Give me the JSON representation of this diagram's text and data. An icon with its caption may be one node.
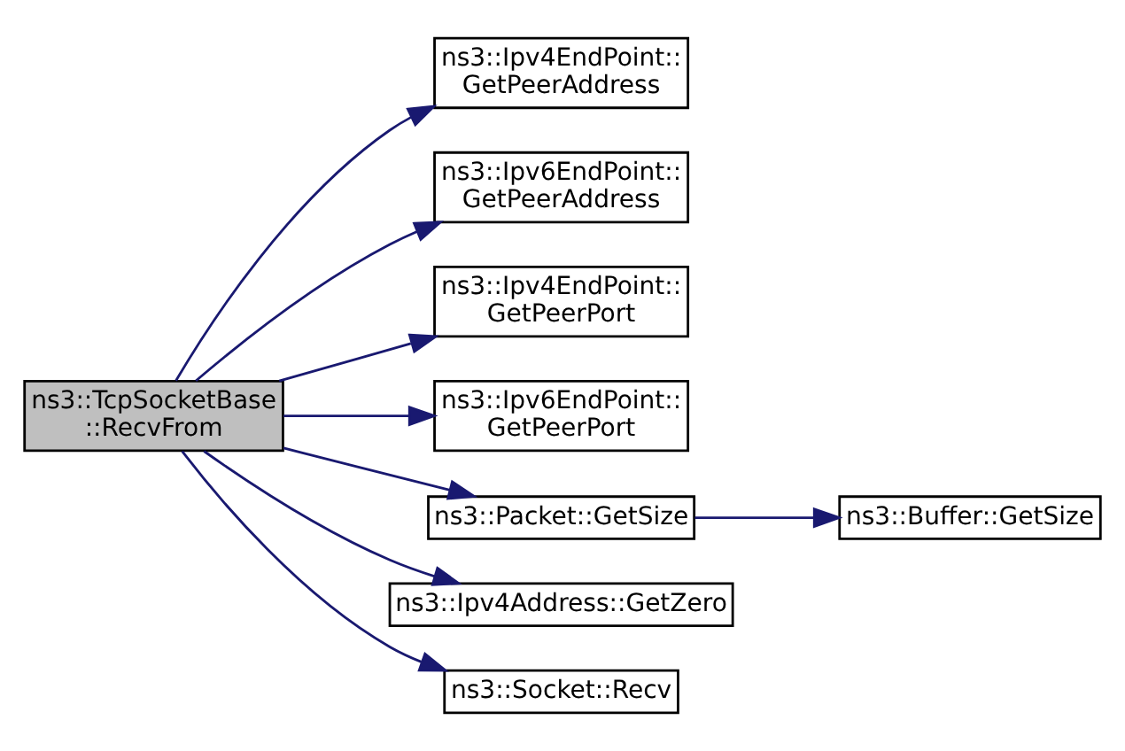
{
  "diagram": {
    "nodes": [
      {
        "text": [
          "ns3::TcpSocketBase ::RecvFrom"
        ]
      },
      {
        "text": [
          "ns3::Ipv4EndPoint:: GetPeerAddress"
        ]
      },
      {
        "text": [
          "ns3::Ipv6EndPoint:: GetPeerAddress"
        ]
      },
      {
        "text": [
          "ns3::Ipv4EndPoint:: GetPeerPort"
        ]
      },
      {
        "text": [
          "ns3::Ipv6EndPoint:: GetPeerPort"
        ]
      },
      {
        "text": [
          "ns3::Packet::GetSize"
        ]
      },
      {
        "text": [
          "ns3::Buffer::GetSize"
        ]
      },
      {
        "text": [
          "ns3::Ipv4Address::GetZero"
        ]
      },
      {
        "text": [
          "ns3::Socket::Recv"
        ]
      }
    ],
    "edges": [
      {
        "from": 0,
        "to": 1,
        "arrow": "to"
      },
      {
        "from": 0,
        "to": 2,
        "arrow": "to"
      },
      {
        "from": 0,
        "to": 3,
        "arrow": "to"
      },
      {
        "from": 0,
        "to": 4,
        "arrow": "to"
      },
      {
        "from": 0,
        "to": 5,
        "arrow": "to"
      },
      {
        "from": 5,
        "to": 6,
        "arrow": "to"
      },
      {
        "from": 0,
        "to": 7,
        "arrow": "to"
      },
      {
        "from": 0,
        "to": 8,
        "arrow": "to"
      }
    ]
  }
}
